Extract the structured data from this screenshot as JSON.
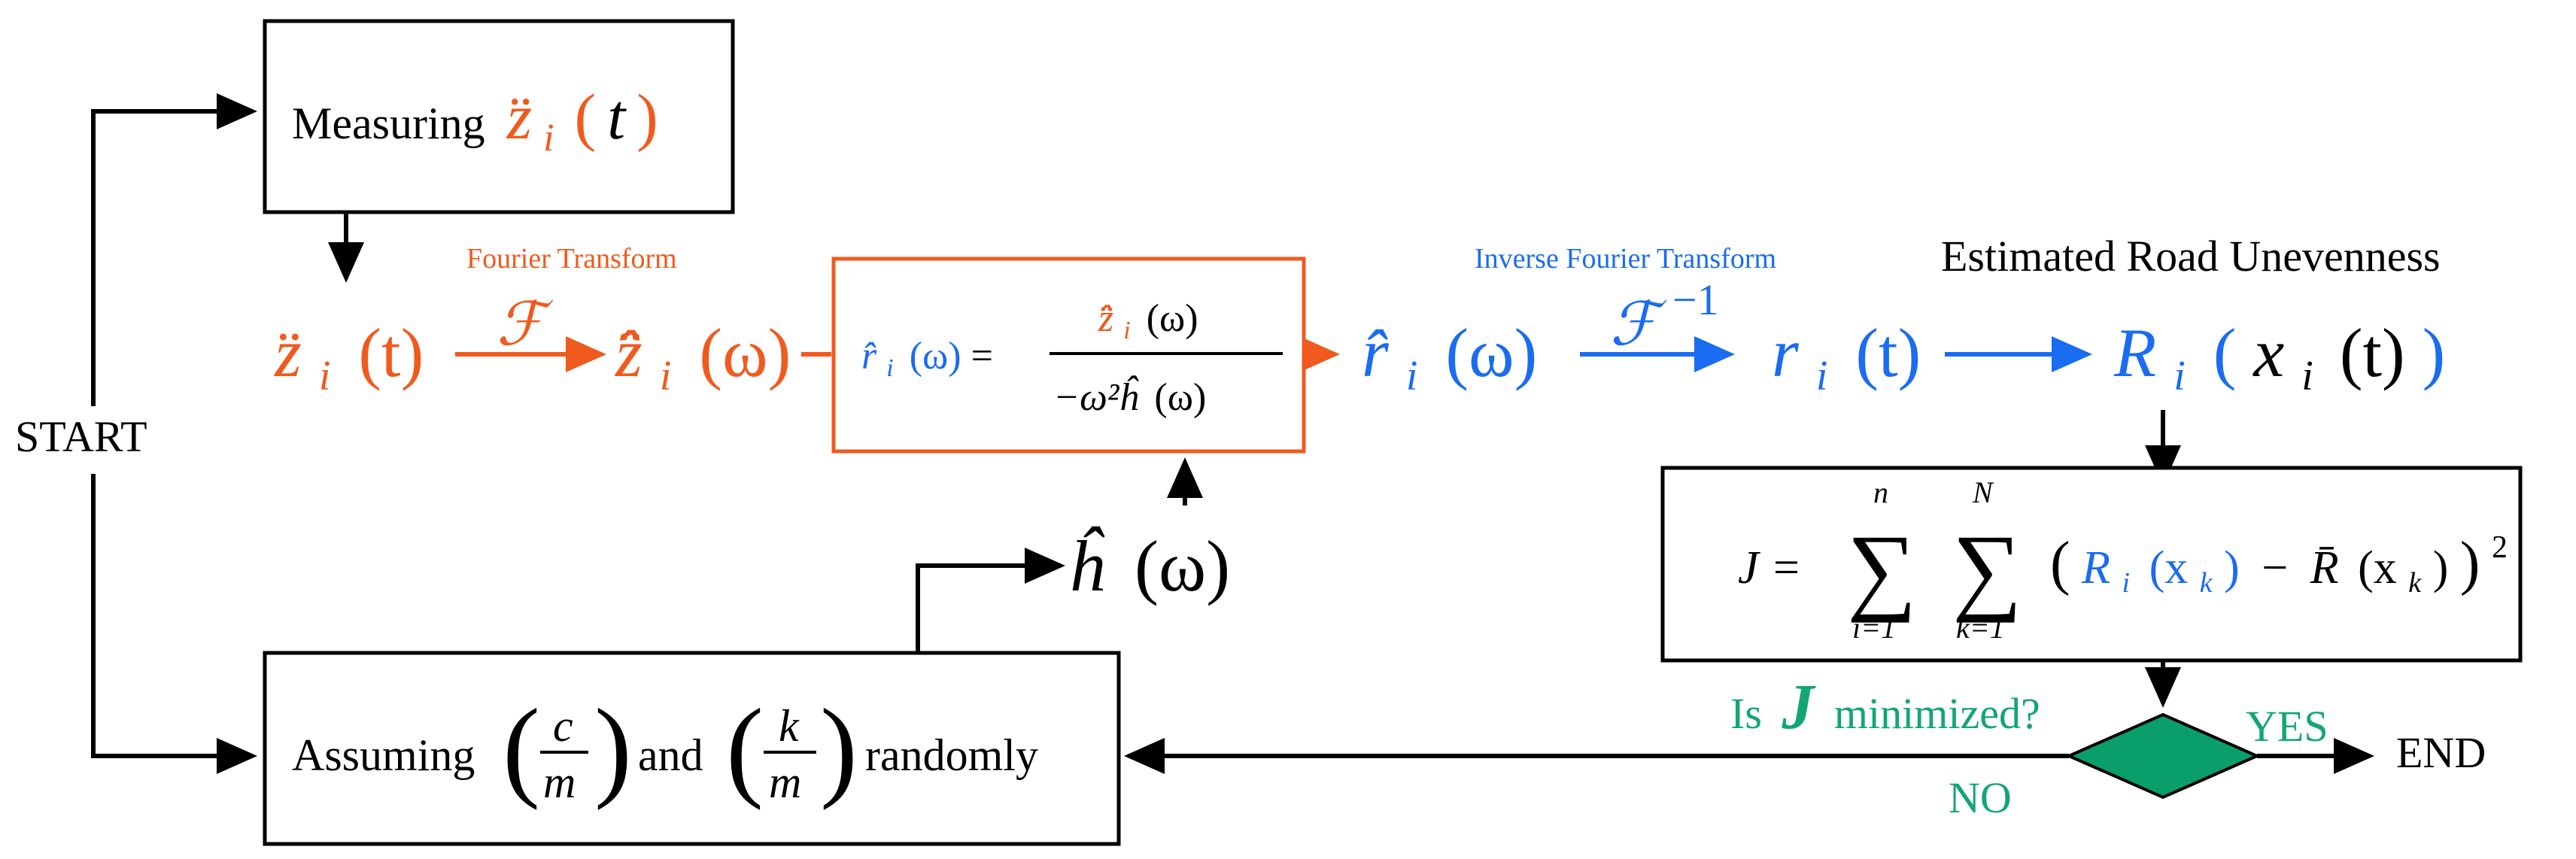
{
  "colors": {
    "orange": "#f05a1e",
    "blue": "#1a6cf0",
    "green": "#13a673",
    "diamond_fill": "#0a9e6a",
    "black": "#000000"
  },
  "start": {
    "label": "START"
  },
  "end": {
    "label": "END"
  },
  "measuring_box": {
    "text": "Measuring",
    "symbol": "z̈",
    "subscript": "i",
    "arg_open": "(",
    "arg": "t",
    "arg_close": ")"
  },
  "assuming_box": {
    "text_before": "Assuming",
    "frac1_num": "c",
    "frac1_den": "m",
    "text_middle": "and",
    "frac2_num": "k",
    "frac2_den": "m",
    "text_after": "randomly"
  },
  "fourier": {
    "caption": "Fourier Transform",
    "operator": "ℱ"
  },
  "inverse_fourier": {
    "caption": "Inverse Fourier Transform",
    "operator": "ℱ",
    "exponent": "−1"
  },
  "signal_zt": {
    "symbol": "z̈",
    "subscript": "i",
    "arg": "(t)"
  },
  "signal_zw": {
    "symbol": "z̈̂",
    "subscript": "i",
    "arg": "(ω)"
  },
  "formula_box": {
    "lhs": "r̂",
    "lhs_sub": "i",
    "lhs_arg": "(ω)",
    "equals": "=",
    "num": "z̈̂",
    "num_sub": "i",
    "num_arg": "(ω)",
    "den": "−ω²ĥ",
    "den_arg": "(ω)"
  },
  "signal_rw": {
    "symbol": "r̂",
    "subscript": "i",
    "arg": "(ω)"
  },
  "signal_rt": {
    "symbol": "r",
    "subscript": "i",
    "arg": "(t)"
  },
  "estimated": {
    "caption": "Estimated Road Unevenness",
    "symbol": "R",
    "subscript": "i",
    "arg_open": "(",
    "inner": "x",
    "inner_sub": "i",
    "inner_arg": "(t)",
    "arg_close": ")"
  },
  "h_hat": {
    "symbol": "ĥ",
    "arg": "(ω)"
  },
  "objective": {
    "lhs": "J =",
    "sum1_top": "n",
    "sum1_bottom": "i=1",
    "sum2_top": "N",
    "sum2_bottom": "k=1",
    "sigma": "∑",
    "term_open": "(",
    "term_r": "R",
    "term_r_sub": "i",
    "term_r_arg": "(x",
    "term_r_arg_sub": "k",
    "term_r_arg_close": ")",
    "minus": "−",
    "term_rbar": "R̄",
    "term_rbar_arg": "(x",
    "term_rbar_arg_sub": "k",
    "term_rbar_arg_close": ")",
    "term_close": ")",
    "power": "2"
  },
  "decision": {
    "question_before": "Is",
    "question_symbol": "J",
    "question_after": "minimized?",
    "yes": "YES",
    "no": "NO"
  }
}
